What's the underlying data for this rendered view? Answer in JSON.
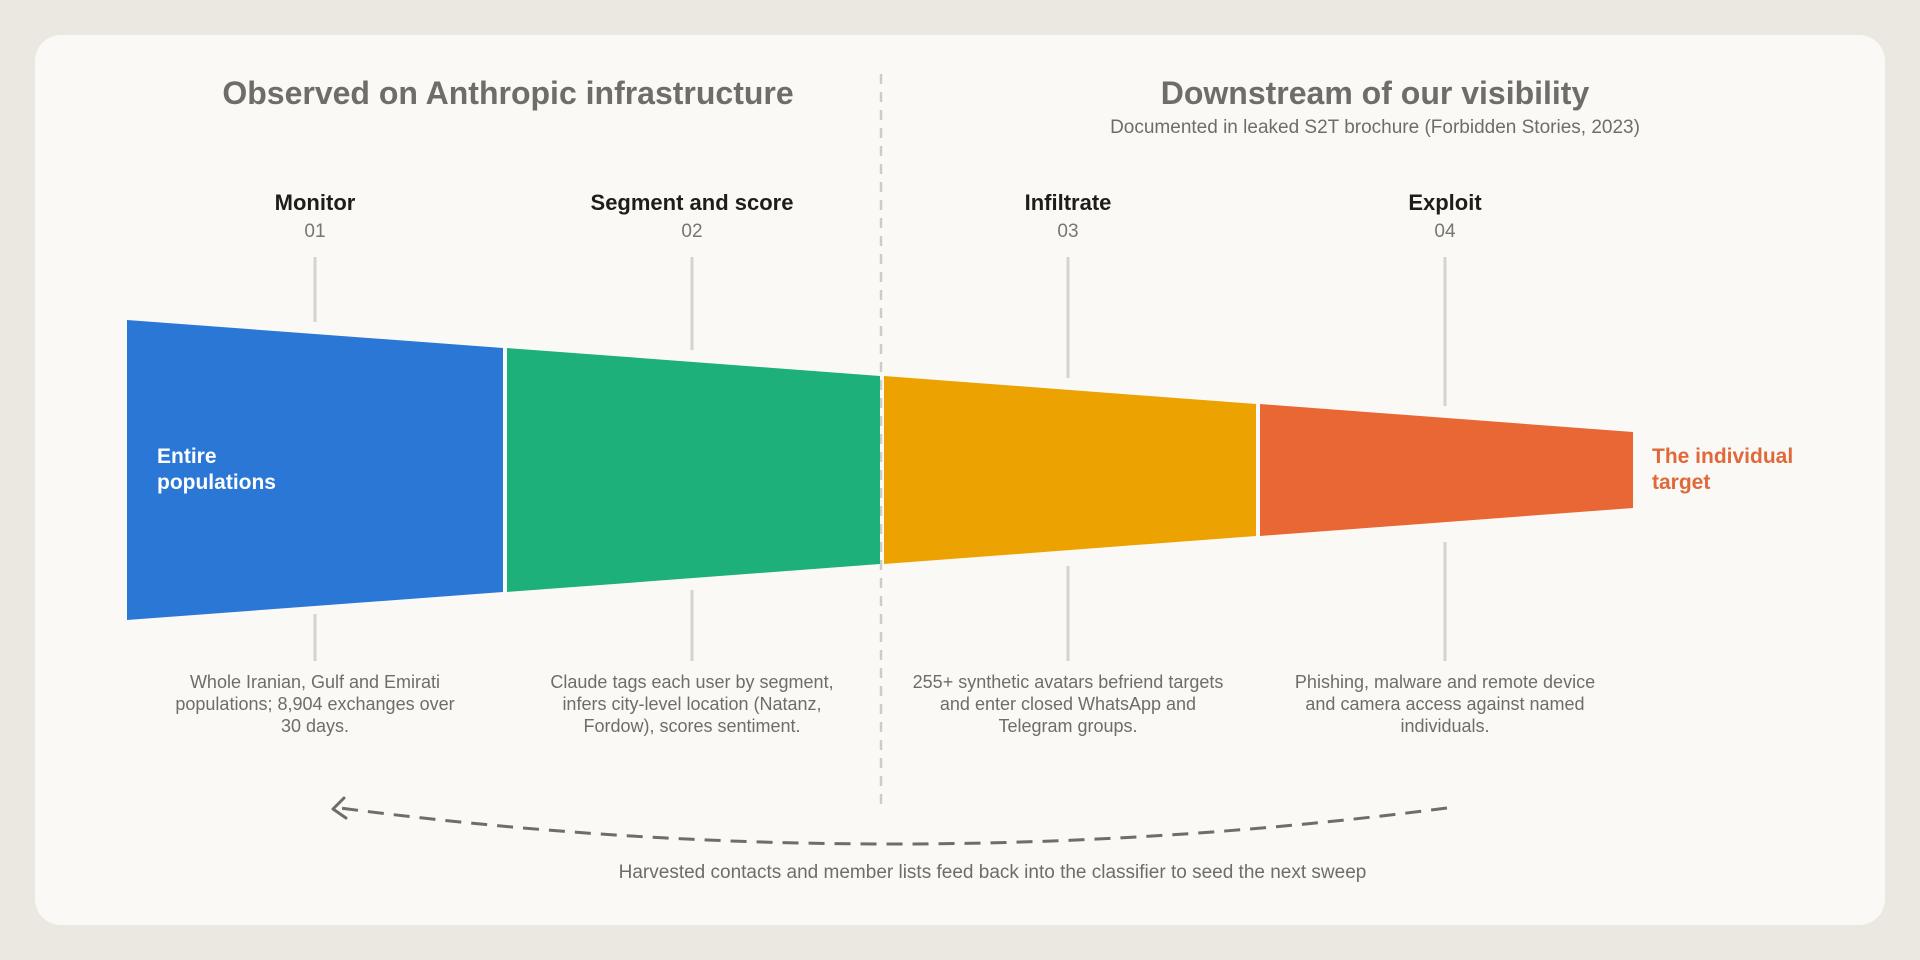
{
  "left_section": {
    "title": "Observed on Anthropic infrastructure"
  },
  "right_section": {
    "title": "Downstream of our visibility",
    "subtitle": "Documented in leaked S2T brochure (Forbidden Stories, 2023)"
  },
  "funnel": {
    "start_label": "Entire populations",
    "end_label": "The individual target"
  },
  "stages": [
    {
      "name": "Monitor",
      "number": "01",
      "color": "#2b77d5",
      "description": "Whole Iranian, Gulf and Emirati populations; 8,904 exchanges over 30 days."
    },
    {
      "name": "Segment and score",
      "number": "02",
      "color": "#1db07b",
      "description": "Claude tags each user by segment, infers city-level location (Natanz, Fordow), scores sentiment."
    },
    {
      "name": "Infiltrate",
      "number": "03",
      "color": "#eca200",
      "description": "255+ synthetic avatars befriend targets and enter closed WhatsApp and Telegram groups."
    },
    {
      "name": "Exploit",
      "number": "04",
      "color": "#e86734",
      "description": "Phishing, malware and remote device and camera access against named individuals."
    }
  ],
  "feedback": {
    "label": "Harvested contacts and member lists feed back into the classifier to seed the next sweep"
  },
  "colors": {
    "background": "#ebe8e1",
    "card": "#faf9f6",
    "connector": "#d6d3ca",
    "divider": "#cfccc4",
    "arrow": "#6e6d68"
  }
}
